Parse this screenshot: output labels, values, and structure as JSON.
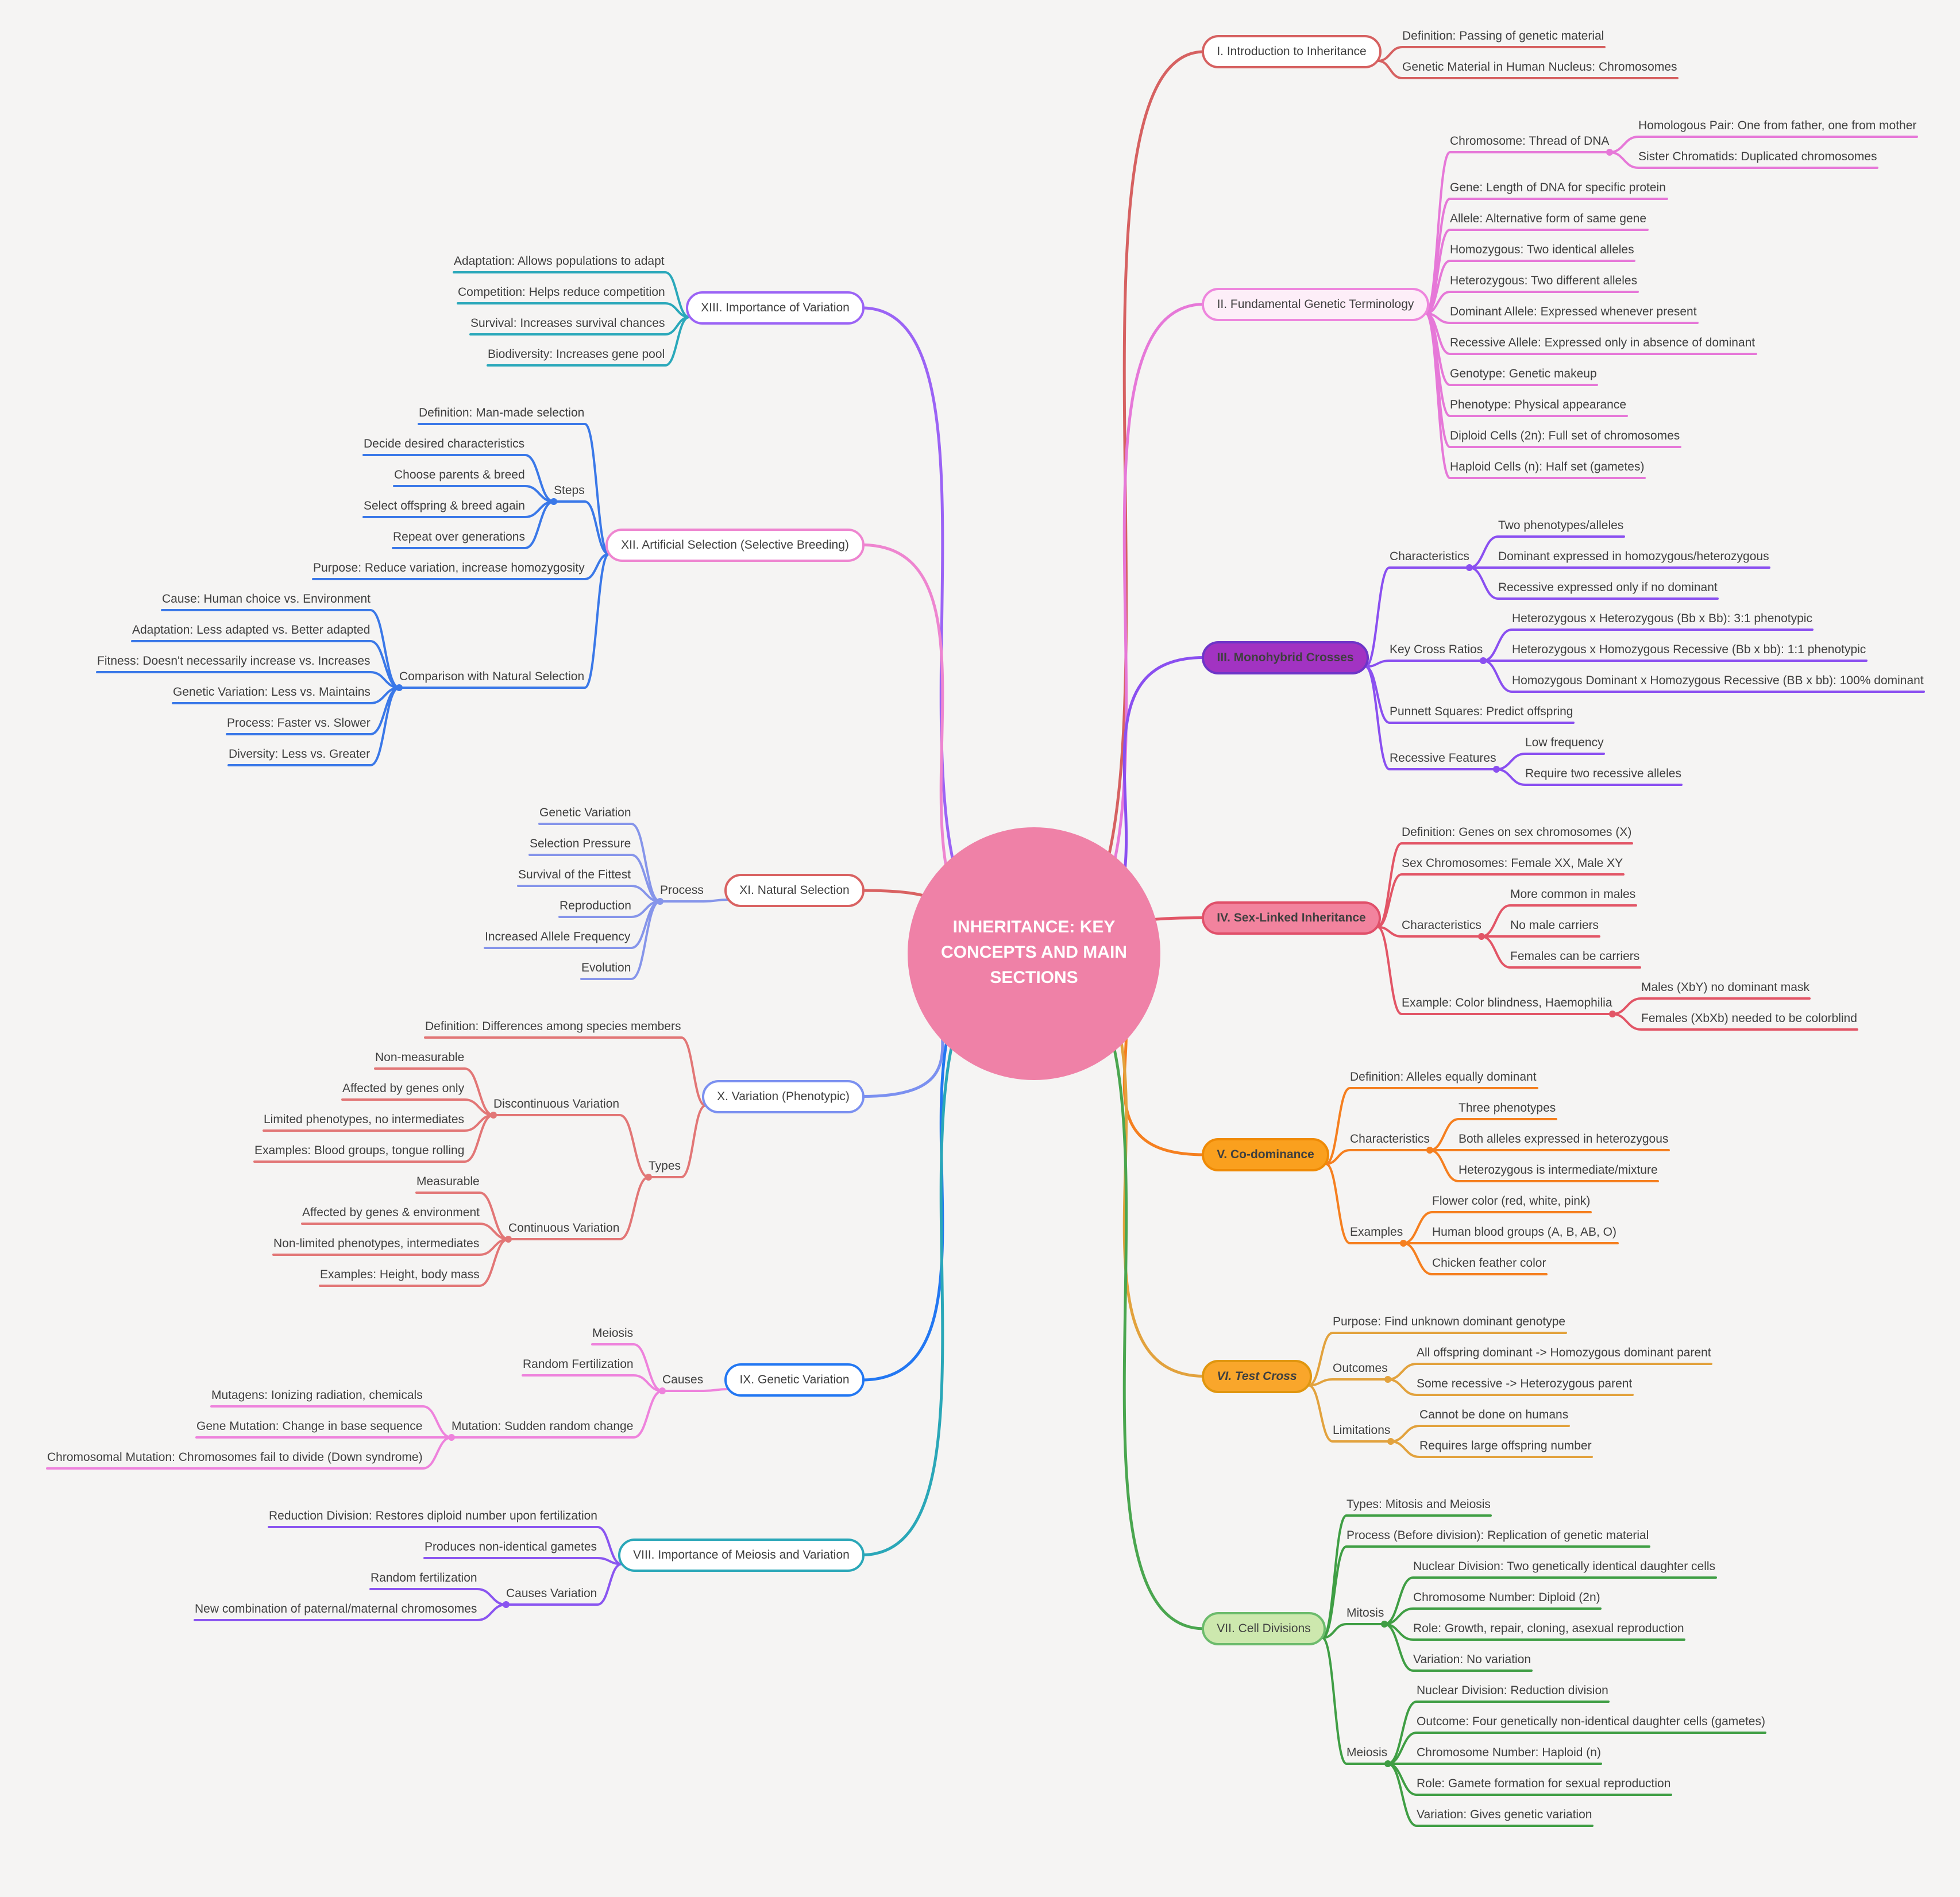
{
  "root": {
    "label": "INHERITANCE: KEY CONCEPTS AND MAIN SECTIONS",
    "fill": "#ef81a7",
    "text_color": "#ffffff"
  },
  "background": "#f5f4f3",
  "text_color": "#3f3f3f",
  "sections": [
    {
      "id": "i",
      "side": "right",
      "label": "I. Introduction to Inheritance",
      "box": {
        "fill": "#ffffff",
        "border": "#d66161",
        "bold": false,
        "italic": false
      },
      "link_color": "#d66161",
      "child_color": "#d66161",
      "children": [
        {
          "label": "Definition: Passing of genetic material"
        },
        {
          "label": "Genetic Material in Human Nucleus: Chromosomes"
        }
      ]
    },
    {
      "id": "ii",
      "side": "right",
      "label": "II. Fundamental Genetic Terminology",
      "box": {
        "fill": "#fdeef8",
        "border": "#ee86dd",
        "bold": false,
        "italic": false
      },
      "link_color": "#e678d8",
      "child_color": "#e678d8",
      "children": [
        {
          "label": "Chromosome: Thread of DNA",
          "children": [
            {
              "label": "Homologous Pair: One from father, one from mother"
            },
            {
              "label": "Sister Chromatids: Duplicated chromosomes"
            }
          ]
        },
        {
          "label": "Gene: Length of DNA for specific protein"
        },
        {
          "label": "Allele: Alternative form of same gene"
        },
        {
          "label": "Homozygous: Two identical alleles"
        },
        {
          "label": "Heterozygous: Two different alleles"
        },
        {
          "label": "Dominant Allele: Expressed whenever present"
        },
        {
          "label": "Recessive Allele: Expressed only in absence of dominant"
        },
        {
          "label": "Genotype: Genetic makeup"
        },
        {
          "label": "Phenotype: Physical appearance"
        },
        {
          "label": "Diploid Cells (2n): Full set of chromosomes"
        },
        {
          "label": "Haploid Cells (n): Half set (gametes)"
        }
      ]
    },
    {
      "id": "iii",
      "side": "right",
      "label": "III. Monohybrid Crosses",
      "box": {
        "fill": "#a233c2",
        "border": "#6d35c8",
        "bold": true,
        "italic": false
      },
      "link_color": "#8a4ff0",
      "child_color": "#8a4ff0",
      "children": [
        {
          "label": "Characteristics",
          "children": [
            {
              "label": "Two phenotypes/alleles"
            },
            {
              "label": "Dominant expressed in homozygous/heterozygous"
            },
            {
              "label": "Recessive expressed only if no dominant"
            }
          ]
        },
        {
          "label": "Key Cross Ratios",
          "children": [
            {
              "label": "Heterozygous x Heterozygous (Bb x Bb): 3:1 phenotypic"
            },
            {
              "label": "Heterozygous x Homozygous Recessive (Bb x bb): 1:1 phenotypic"
            },
            {
              "label": "Homozygous Dominant x Homozygous Recessive (BB x bb): 100% dominant"
            }
          ]
        },
        {
          "label": "Punnett Squares: Predict offspring"
        },
        {
          "label": "Recessive Features",
          "children": [
            {
              "label": "Low frequency"
            },
            {
              "label": "Require two recessive alleles"
            }
          ]
        }
      ]
    },
    {
      "id": "iv",
      "side": "right",
      "label": "IV. Sex-Linked Inheritance",
      "box": {
        "fill": "#f2839e",
        "border": "#e0506a",
        "bold": true,
        "italic": false
      },
      "link_color": "#e25566",
      "child_color": "#e25566",
      "children": [
        {
          "label": "Definition: Genes on sex chromosomes (X)"
        },
        {
          "label": "Sex Chromosomes: Female XX, Male XY"
        },
        {
          "label": "Characteristics",
          "children": [
            {
              "label": "More common in males"
            },
            {
              "label": "No male carriers"
            },
            {
              "label": "Females can be carriers"
            }
          ]
        },
        {
          "label": "Example: Color blindness, Haemophilia",
          "children": [
            {
              "label": "Males (XbY) no dominant mask"
            },
            {
              "label": "Females (XbXb) needed to be colorblind"
            }
          ]
        }
      ]
    },
    {
      "id": "v",
      "side": "right",
      "label": "V. Co-dominance",
      "box": {
        "fill": "#faa01e",
        "border": "#ef8a05",
        "bold": true,
        "italic": false
      },
      "link_color": "#f57f1f",
      "child_color": "#f57f1f",
      "children": [
        {
          "label": "Definition: Alleles equally dominant"
        },
        {
          "label": "Characteristics",
          "children": [
            {
              "label": "Three phenotypes"
            },
            {
              "label": "Both alleles expressed in heterozygous"
            },
            {
              "label": "Heterozygous is intermediate/mixture"
            }
          ]
        },
        {
          "label": "Examples",
          "children": [
            {
              "label": "Flower color (red, white, pink)"
            },
            {
              "label": "Human blood groups (A, B, AB, O)"
            },
            {
              "label": "Chicken feather color"
            }
          ]
        }
      ]
    },
    {
      "id": "vi",
      "side": "right",
      "label": "VI. Test Cross",
      "box": {
        "fill": "#f9a62b",
        "border": "#e0960f",
        "bold": true,
        "italic": true
      },
      "link_color": "#e2a23d",
      "child_color": "#e2a23d",
      "children": [
        {
          "label": "Purpose: Find unknown dominant genotype"
        },
        {
          "label": "Outcomes",
          "children": [
            {
              "label": "All offspring dominant -> Homozygous dominant parent"
            },
            {
              "label": "Some recessive -> Heterozygous parent"
            }
          ]
        },
        {
          "label": "Limitations",
          "children": [
            {
              "label": "Cannot be done on humans"
            },
            {
              "label": "Requires large offspring number"
            }
          ]
        }
      ]
    },
    {
      "id": "vii",
      "side": "right",
      "label": "VII. Cell Divisions",
      "box": {
        "fill": "#cde8ae",
        "border": "#6cbb6c",
        "bold": false,
        "italic": false
      },
      "link_color": "#4aa64f",
      "child_color": "#3f9e44",
      "children": [
        {
          "label": "Types: Mitosis and Meiosis"
        },
        {
          "label": "Process (Before division): Replication of genetic material"
        },
        {
          "label": "Mitosis",
          "children": [
            {
              "label": "Nuclear Division: Two genetically identical daughter cells"
            },
            {
              "label": "Chromosome Number: Diploid (2n)"
            },
            {
              "label": "Role: Growth, repair, cloning, asexual reproduction"
            },
            {
              "label": "Variation: No variation"
            }
          ]
        },
        {
          "label": "Meiosis",
          "children": [
            {
              "label": "Nuclear Division: Reduction division"
            },
            {
              "label": "Outcome: Four genetically non-identical daughter cells (gametes)"
            },
            {
              "label": "Chromosome Number: Haploid (n)"
            },
            {
              "label": "Role: Gamete formation for sexual reproduction"
            },
            {
              "label": "Variation: Gives genetic variation"
            }
          ]
        }
      ]
    },
    {
      "id": "xiii",
      "side": "left",
      "label": "XIII. Importance of Variation",
      "box": {
        "fill": "#ffffff",
        "border": "#9b63f5",
        "bold": false,
        "italic": false
      },
      "link_color": "#9b63f5",
      "child_color": "#2aa8ba",
      "children": [
        {
          "label": "Adaptation: Allows populations to adapt"
        },
        {
          "label": "Competition: Helps reduce competition"
        },
        {
          "label": "Survival: Increases survival chances"
        },
        {
          "label": "Biodiversity: Increases gene pool"
        }
      ]
    },
    {
      "id": "xii",
      "side": "left",
      "label": "XII. Artificial Selection (Selective Breeding)",
      "box": {
        "fill": "#ffffff",
        "border": "#ee85d0",
        "bold": false,
        "italic": false
      },
      "link_color": "#ee85d0",
      "child_color": "#3a78e8",
      "children": [
        {
          "label": "Definition: Man-made selection"
        },
        {
          "label": "Steps",
          "children": [
            {
              "label": "Decide desired characteristics"
            },
            {
              "label": "Choose parents & breed"
            },
            {
              "label": "Select offspring & breed again"
            },
            {
              "label": "Repeat over generations"
            }
          ]
        },
        {
          "label": "Purpose: Reduce variation, increase homozygosity"
        },
        {
          "label": "Comparison with Natural Selection",
          "children": [
            {
              "label": "Cause: Human choice vs. Environment"
            },
            {
              "label": "Adaptation: Less adapted vs. Better adapted"
            },
            {
              "label": "Fitness: Doesn't necessarily increase vs. Increases"
            },
            {
              "label": "Genetic Variation: Less vs. Maintains"
            },
            {
              "label": "Process: Faster vs. Slower"
            },
            {
              "label": "Diversity: Less vs. Greater"
            }
          ]
        }
      ]
    },
    {
      "id": "xi",
      "side": "left",
      "label": "XI. Natural Selection",
      "box": {
        "fill": "#ffffff",
        "border": "#d96262",
        "bold": false,
        "italic": false
      },
      "link_color": "#d96262",
      "child_color": "#8695ea",
      "children": [
        {
          "label": "Process",
          "children": [
            {
              "label": "Genetic Variation"
            },
            {
              "label": "Selection Pressure"
            },
            {
              "label": "Survival of the Fittest"
            },
            {
              "label": "Reproduction"
            },
            {
              "label": "Increased Allele Frequency"
            },
            {
              "label": "Evolution"
            }
          ]
        }
      ]
    },
    {
      "id": "x",
      "side": "left",
      "label": "X. Variation (Phenotypic)",
      "box": {
        "fill": "#ffffff",
        "border": "#7b90f0",
        "bold": false,
        "italic": false
      },
      "link_color": "#7b90f0",
      "child_color": "#e27676",
      "children": [
        {
          "label": "Definition: Differences among species members"
        },
        {
          "label": "Types",
          "children": [
            {
              "label": "Discontinuous Variation",
              "children": [
                {
                  "label": "Non-measurable"
                },
                {
                  "label": "Affected by genes only"
                },
                {
                  "label": "Limited phenotypes, no intermediates"
                },
                {
                  "label": "Examples: Blood groups, tongue rolling"
                }
              ]
            },
            {
              "label": "Continuous Variation",
              "children": [
                {
                  "label": "Measurable"
                },
                {
                  "label": "Affected by genes & environment"
                },
                {
                  "label": "Non-limited phenotypes, intermediates"
                },
                {
                  "label": "Examples: Height, body mass"
                }
              ]
            }
          ]
        }
      ]
    },
    {
      "id": "ix",
      "side": "left",
      "label": "IX. Genetic Variation",
      "box": {
        "fill": "#ffffff",
        "border": "#2277f2",
        "bold": false,
        "italic": false
      },
      "link_color": "#2277f2",
      "child_color": "#ee82dc",
      "children": [
        {
          "label": "Causes",
          "children": [
            {
              "label": "Meiosis"
            },
            {
              "label": "Random Fertilization"
            },
            {
              "label": "Mutation: Sudden random change",
              "children": [
                {
                  "label": "Mutagens: Ionizing radiation, chemicals"
                },
                {
                  "label": "Gene Mutation: Change in base sequence"
                },
                {
                  "label": "Chromosomal Mutation: Chromosomes fail to divide (Down syndrome)"
                }
              ]
            }
          ]
        }
      ]
    },
    {
      "id": "viii",
      "side": "left",
      "label": "VIII. Importance of Meiosis and Variation",
      "box": {
        "fill": "#ffffff",
        "border": "#2aa7b8",
        "bold": false,
        "italic": false
      },
      "link_color": "#2aa7b8",
      "child_color": "#8a55f0",
      "children": [
        {
          "label": "Reduction Division: Restores diploid number upon fertilization"
        },
        {
          "label": "Produces non-identical gametes"
        },
        {
          "label": "Causes Variation",
          "children": [
            {
              "label": "Random fertilization"
            },
            {
              "label": "New combination of paternal/maternal chromosomes"
            }
          ]
        }
      ]
    }
  ]
}
